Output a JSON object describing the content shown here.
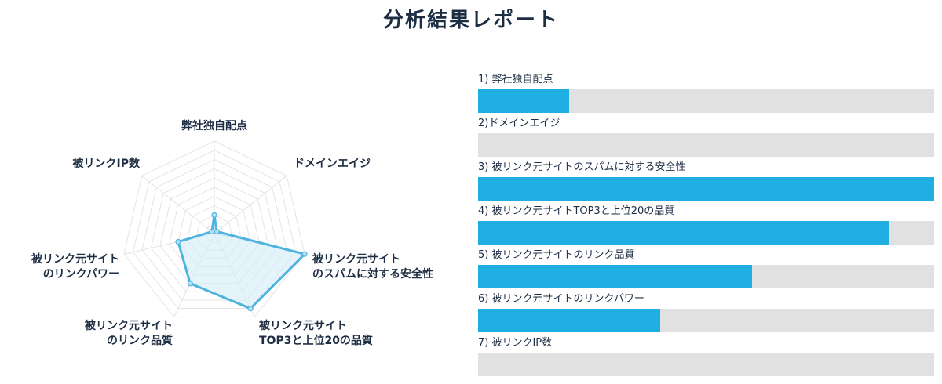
{
  "title": "分析結果レポート",
  "colors": {
    "accent": "#1eaee2",
    "track": "#e1e1e1",
    "radar_stroke": "#4fb3e0",
    "radar_fill": "#d3ecf8",
    "grid": "#e4e4e4",
    "text": "#1d2d44"
  },
  "chart_data": [
    {
      "type": "radar",
      "axes": [
        [
          "弊社独自配点"
        ],
        [
          "ドメインエイジ"
        ],
        [
          "被リンク元サイト",
          "のスパムに対する安全性"
        ],
        [
          "被リンク元サイト",
          "TOP3と上位20の品質"
        ],
        [
          "被リンク元サイト",
          "のリンク品質"
        ],
        [
          "被リンク元サイト",
          "のリンクパワー"
        ],
        [
          "被リンクIP数"
        ]
      ],
      "values": [
        0.2,
        0.0,
        1.0,
        0.9,
        0.6,
        0.4,
        0.0
      ],
      "range": [
        0,
        1
      ],
      "grid_levels": 10,
      "legend": "none"
    },
    {
      "type": "bar",
      "orientation": "horizontal",
      "categories": [
        "1) 弊社独自配点",
        "2)ドメインエイジ",
        "3) 被リンク元サイトのスパムに対する安全性",
        "4) 被リンク元サイトTOP3と上位20の品質",
        "5) 被リンク元サイトのリンク品質",
        "6) 被リンク元サイトのリンクパワー",
        "7) 被リンクIP数"
      ],
      "values": [
        0.2,
        0.0,
        1.0,
        0.9,
        0.6,
        0.4,
        0.0
      ],
      "range": [
        0,
        1
      ]
    }
  ]
}
